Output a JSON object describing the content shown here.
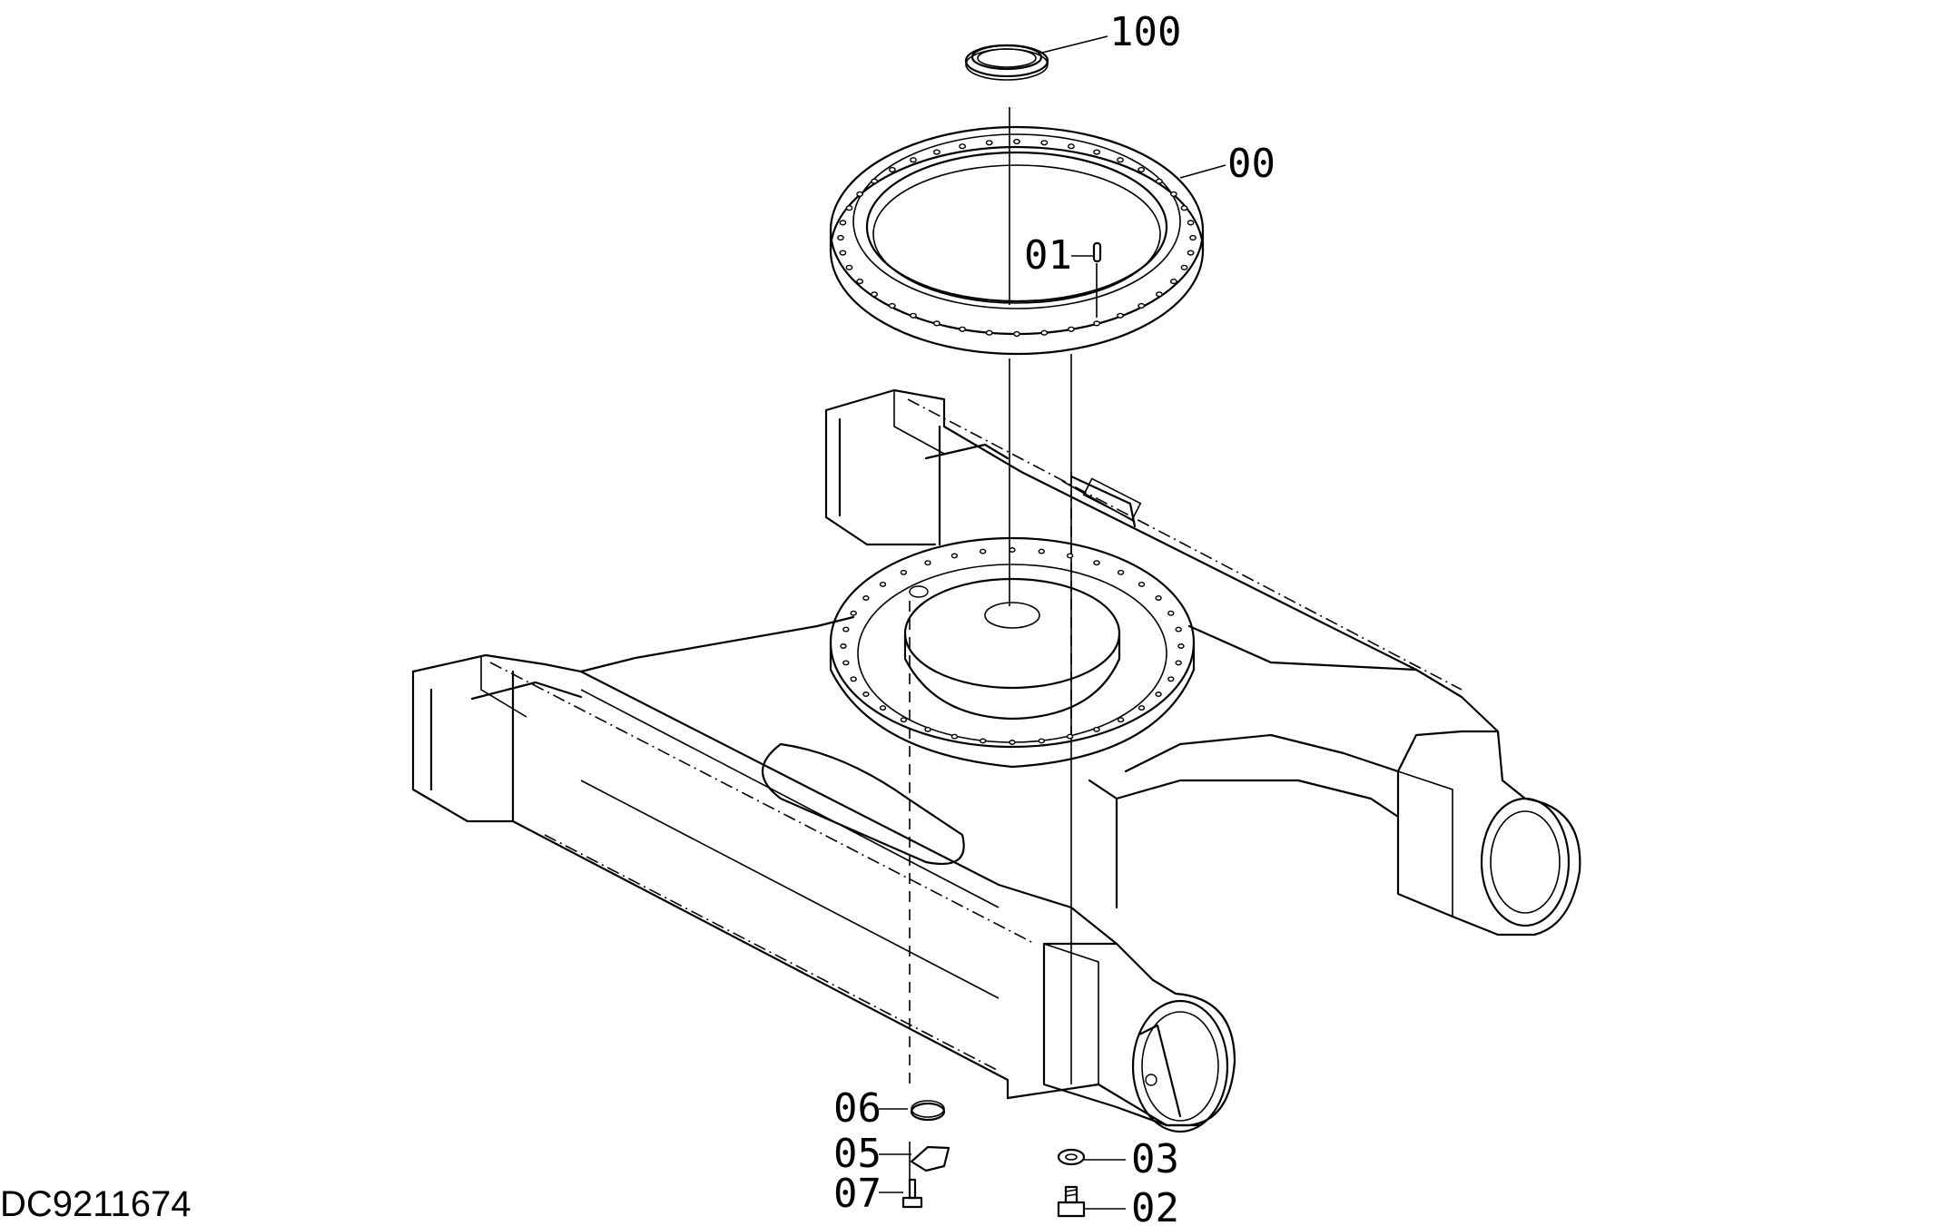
{
  "drawing": {
    "document_id": "DC9211674",
    "callouts": [
      {
        "id": "c100",
        "text": "100",
        "part": "seal"
      },
      {
        "id": "c00",
        "text": "00",
        "part": "swing-bearing"
      },
      {
        "id": "c01",
        "text": "01",
        "part": "pin"
      },
      {
        "id": "c06",
        "text": "06",
        "part": "gasket"
      },
      {
        "id": "c05",
        "text": "05",
        "part": "cover-plate"
      },
      {
        "id": "c07",
        "text": "07",
        "part": "bolt"
      },
      {
        "id": "c03",
        "text": "03",
        "part": "washer"
      },
      {
        "id": "c02",
        "text": "02",
        "part": "bolt"
      }
    ]
  }
}
